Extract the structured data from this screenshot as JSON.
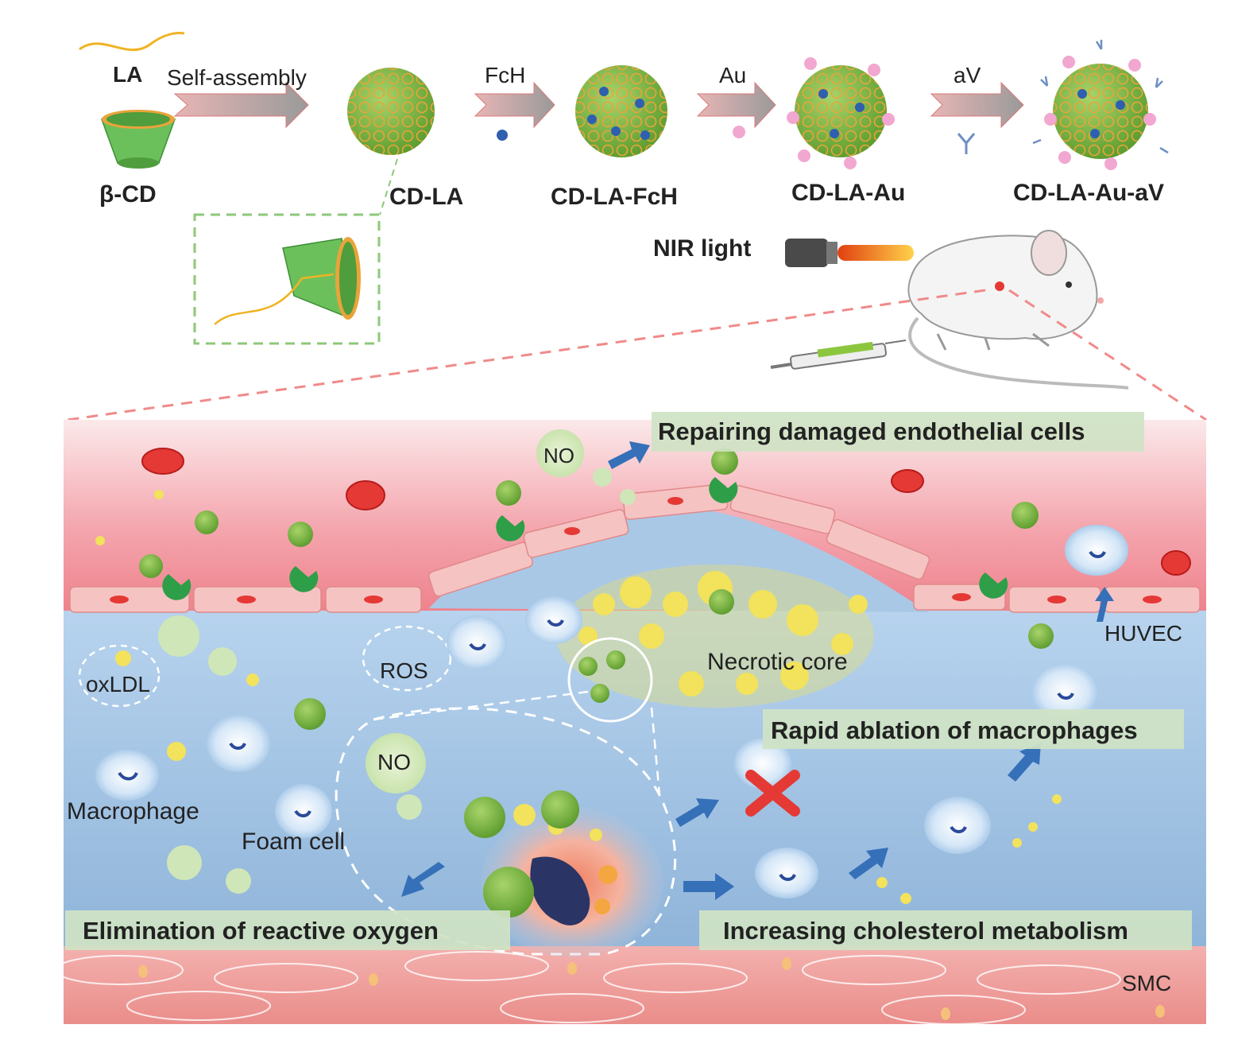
{
  "synthesis": {
    "la_label": "LA",
    "bcd_label": "β-CD",
    "step_self_assembly": "Self-assembly",
    "step_fch": "FcH",
    "step_au": "Au",
    "step_av": "aV",
    "product_cd_la": "CD-LA",
    "product_cd_la_fch": "CD-LA-FcH",
    "product_cd_la_au": "CD-LA-Au",
    "product_cd_la_au_av": "CD-LA-Au-aV"
  },
  "treatment": {
    "nir_label": "NIR light"
  },
  "vessel": {
    "banner_repair": "Repairing damaged endothelial cells",
    "banner_ablation": "Rapid ablation of macrophages",
    "banner_ros": "Elimination of reactive oxygen",
    "banner_cholesterol": "Increasing cholesterol metabolism",
    "label_no_top": "NO",
    "label_no_inset": "NO",
    "label_ros": "ROS",
    "label_oxldl": "oxLDL",
    "label_necrotic": "Necrotic core",
    "label_huvec": "HUVEC",
    "label_macrophage": "Macrophage",
    "label_foam": "Foam cell",
    "label_smc": "SMC"
  },
  "colors": {
    "nanoparticle_green": "#7dbb3c",
    "ring_orange": "#e9a43a",
    "endothelial_pink": "#f6c3c3",
    "lumen_pink": "#f07f8a",
    "intima_blue": "#a9c8e6",
    "lipid_yellow": "#f2e25c",
    "smc_pink": "#ef9a9a",
    "arrow_blue": "#3570b8",
    "banner_green": "#cfe3c4"
  }
}
